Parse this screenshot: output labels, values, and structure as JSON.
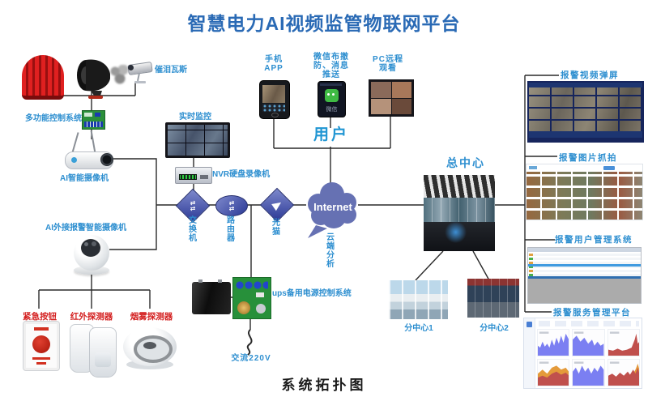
{
  "title": "智慧电力AI视频监管物联网平台",
  "footer": "系统拓扑图",
  "colors": {
    "title_blue": "#2a6ab5",
    "label_blue": "#2e8fd0",
    "alarm_red": "#d42020",
    "network_icon_blue": "#2c3a96",
    "cloud_purple": "#6671b3"
  },
  "top_section": {
    "mobile_app_label": "手机APP",
    "wechat_push_label": "微信布撤防、消息推送",
    "wechat_logo_label": "微信",
    "pc_remote_label": "PC远程观看",
    "user_label": "用户"
  },
  "left_section": {
    "tear_gas_label": "催泪瓦斯",
    "multi_function_control_label": "多功能控制系统",
    "ai_camera_label": "AI智能摄像机",
    "ai_external_alarm_camera_label": "AI外接报警智能摄像机",
    "emergency_button_label": "紧急按钮",
    "infrared_detector_label": "红外探测器",
    "smoke_detector_label": "烟雾探测器"
  },
  "middle_section": {
    "realtime_monitor_label": "实时监控",
    "nvr_label": "NVR硬盘录像机",
    "switch_label": "交换机",
    "router_label": "路由器",
    "optical_modem_label": "光猫",
    "internet_label": "Internet",
    "cloud_analysis_label": "云端分析",
    "ups_label": "ups备用电源控制系统",
    "ac_power_label": "交流220V"
  },
  "right_section": {
    "main_center_label": "总中心",
    "sub_center1_label": "分中心1",
    "sub_center2_label": "分中心2",
    "screens": [
      {
        "label": "报警视频弹屏"
      },
      {
        "label": "报警图片抓拍"
      },
      {
        "label": "报警用户管理系统"
      },
      {
        "label": "报警服务管理平台"
      }
    ]
  }
}
